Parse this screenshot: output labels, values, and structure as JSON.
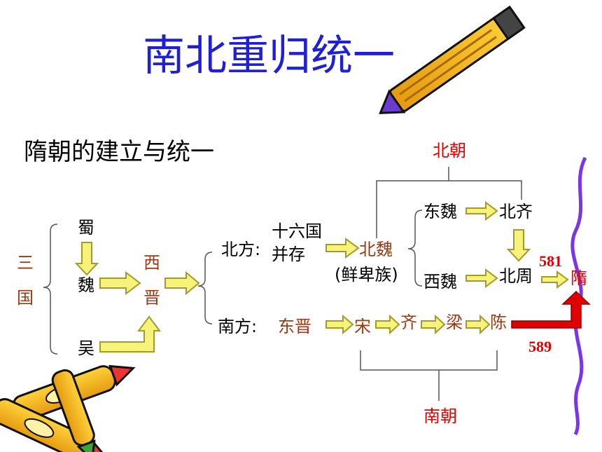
{
  "title": "南北重归统一",
  "subtitle": "隋朝的建立与统一",
  "three_kingdoms": {
    "label_1": "三",
    "label_2": "国",
    "shu": "蜀",
    "wei": "魏",
    "wu": "吴"
  },
  "western_jin": {
    "char_1": "西",
    "char_2": "晋"
  },
  "north": {
    "label": "北方:",
    "sixteen_line1": "十六国",
    "sixteen_line2": "并存",
    "northern_wei": "北魏",
    "xianbei": "(鲜卑族)",
    "eastern_wei": "东魏",
    "northern_qi": "北齐",
    "western_wei": "西魏",
    "northern_zhou": "北周",
    "group_label": "北朝"
  },
  "south": {
    "label": "南方:",
    "eastern_jin": "东晋",
    "song": "宋",
    "qi": "齐",
    "liang": "梁",
    "chen": "陈",
    "group_label": "南朝"
  },
  "sui": "隋",
  "years": {
    "y581": "581",
    "y589": "589"
  },
  "colors": {
    "title": "#1f1fd8",
    "dynasty_brown": "#9b3a12",
    "red": "#e00000",
    "arrow_fill": "#f6f27a",
    "arrow_stroke": "#a39a2c",
    "curtain": "#7b34e8"
  },
  "icons": [
    "pencil-icon",
    "crayon-bundle-icon",
    "arrow-right-icon",
    "arrow-down-icon",
    "arrow-up-bent-icon"
  ]
}
